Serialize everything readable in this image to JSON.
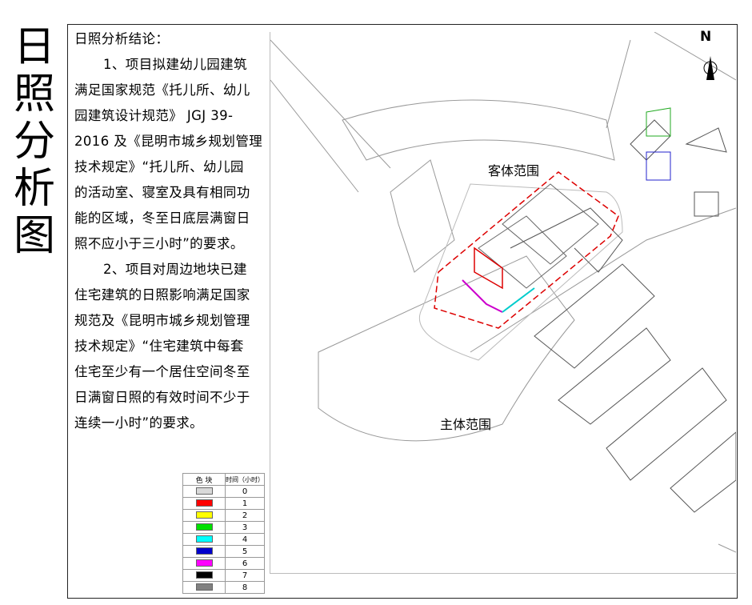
{
  "title_chars": [
    "日",
    "照",
    "分",
    "析",
    "图"
  ],
  "conclusion": {
    "heading": "日照分析结论：",
    "lines": [
      "1、项目拟建幼儿园建筑",
      "满足国家规范《托儿所、幼儿",
      "园建筑设计规范》 JGJ 39-",
      "2016 及《昆明市城乡规划管理",
      "技术规定》“托儿所、幼儿园",
      "的活动室、寝室及具有相同功",
      "能的区域，冬至日底层满窗日",
      "照不应小于三小时”的要求。",
      "2、项目对周边地块已建",
      "住宅建筑的日照影响满足国家",
      "规范及《昆明市城乡规划管理",
      "技术规定》“住宅建筑中每套",
      "住宅至少有一个居住空间冬至",
      "日满窗日照的有效时间不少于",
      "连续一小时”的要求。"
    ]
  },
  "map": {
    "north": "N",
    "object_range": "客体范围",
    "subject_range": "主体范围"
  },
  "legend": {
    "header_color": "色 块",
    "header_time": "时间（小时）",
    "rows": [
      {
        "color": "#d9d9d9",
        "hours": "0"
      },
      {
        "color": "#ff0000",
        "hours": "1"
      },
      {
        "color": "#ffff00",
        "hours": "2"
      },
      {
        "color": "#00e000",
        "hours": "3"
      },
      {
        "color": "#00ffff",
        "hours": "4"
      },
      {
        "color": "#0000cc",
        "hours": "5"
      },
      {
        "color": "#ff00ff",
        "hours": "6"
      },
      {
        "color": "#000000",
        "hours": "7"
      },
      {
        "color": "#808080",
        "hours": "8"
      }
    ]
  }
}
